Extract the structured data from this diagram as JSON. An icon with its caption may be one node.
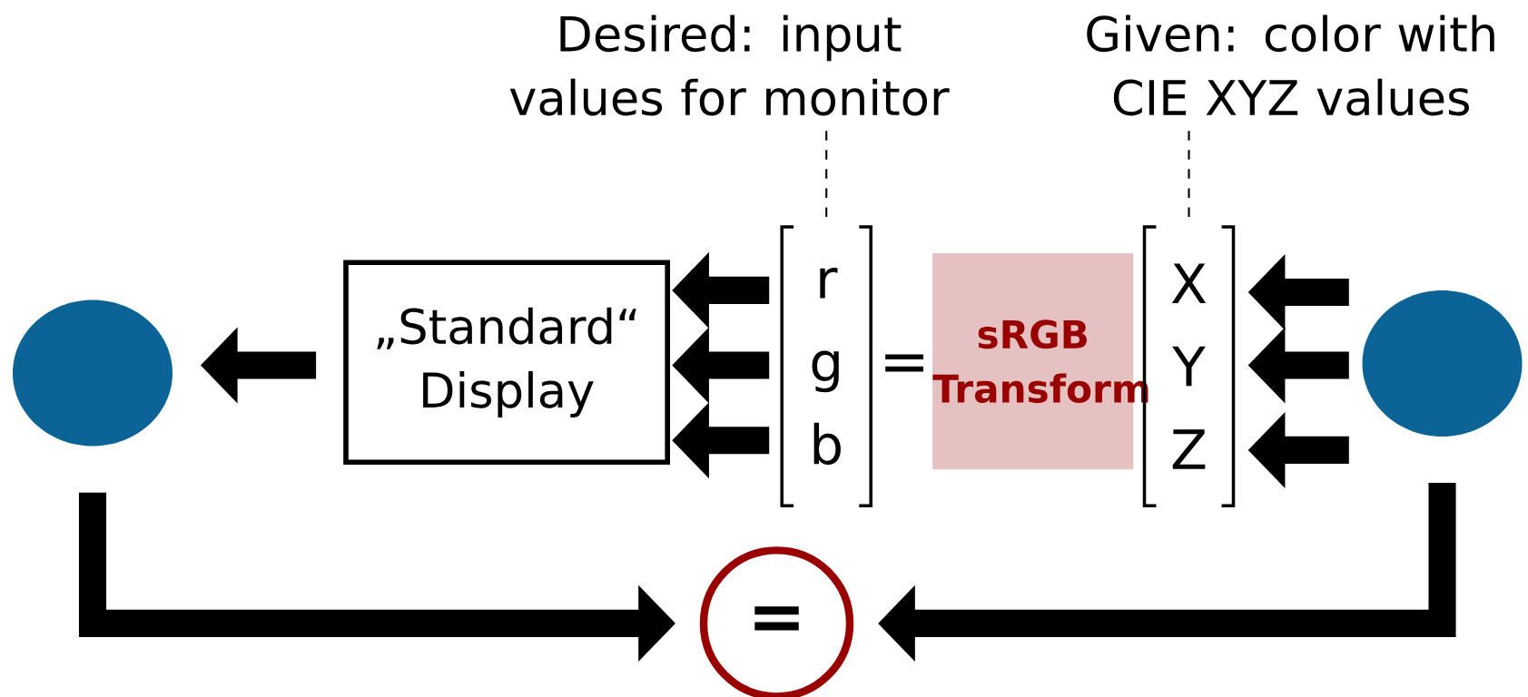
{
  "diagram": {
    "nodes": [
      {
        "text": [],
        "shape": "circle"
      },
      {
        "text": [
          "„Standard“ Display"
        ]
      },
      {
        "text": [
          "r",
          "g",
          "b"
        ]
      },
      {
        "text": [
          "sRGB Transform"
        ]
      },
      {
        "text": [
          "X",
          "Y",
          "Z"
        ]
      },
      {
        "text": [],
        "shape": "circle"
      },
      {
        "text": [
          "="
        ]
      },
      {
        "text": [
          "Desired: input values for monitor"
        ]
      },
      {
        "text": [
          "Given: color with CIE XYZ values"
        ]
      }
    ],
    "edges": [
      {
        "from": 5,
        "to": 4,
        "arrow": "to"
      },
      {
        "from": 5,
        "to": 4,
        "arrow": "to"
      },
      {
        "from": 5,
        "to": 4,
        "arrow": "to"
      },
      {
        "from": 2,
        "to": 1,
        "arrow": "to"
      },
      {
        "from": 2,
        "to": 1,
        "arrow": "to"
      },
      {
        "from": 2,
        "to": 1,
        "arrow": "to"
      },
      {
        "from": 1,
        "to": 0,
        "arrow": "to"
      },
      {
        "from": 0,
        "to": 6,
        "arrow": "to"
      },
      {
        "from": 5,
        "to": 6,
        "arrow": "to"
      },
      {
        "from": 7,
        "to": 2,
        "arrow": "none",
        "style": "dashed"
      },
      {
        "from": 8,
        "to": 4,
        "arrow": "none",
        "style": "dashed"
      }
    ],
    "labels": [
      "="
    ]
  }
}
